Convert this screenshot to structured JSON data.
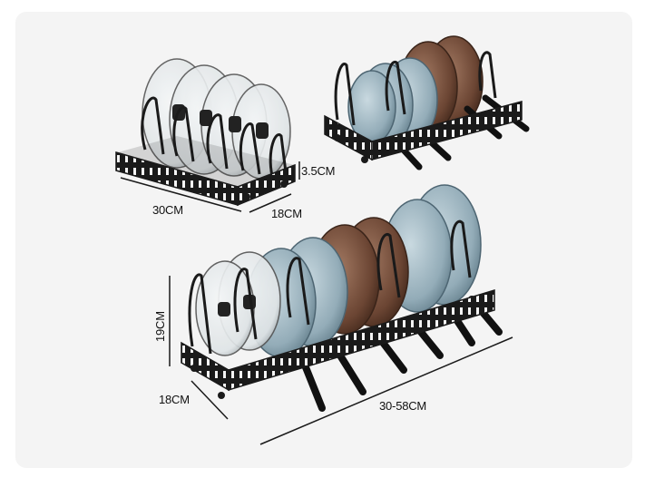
{
  "labels": {
    "small_height": "3.5CM",
    "small_width": "30CM",
    "small_depth": "18CM",
    "large_height": "19CM",
    "large_depth": "18CM",
    "large_width": "30-58CM"
  },
  "colors": {
    "card_bg": "#f4f4f4",
    "rack_black": "#1a1a1a",
    "lid_glass": "#e6eaec",
    "pan_blue": "#9fb6c1",
    "pan_brown": "#6e4a38"
  }
}
